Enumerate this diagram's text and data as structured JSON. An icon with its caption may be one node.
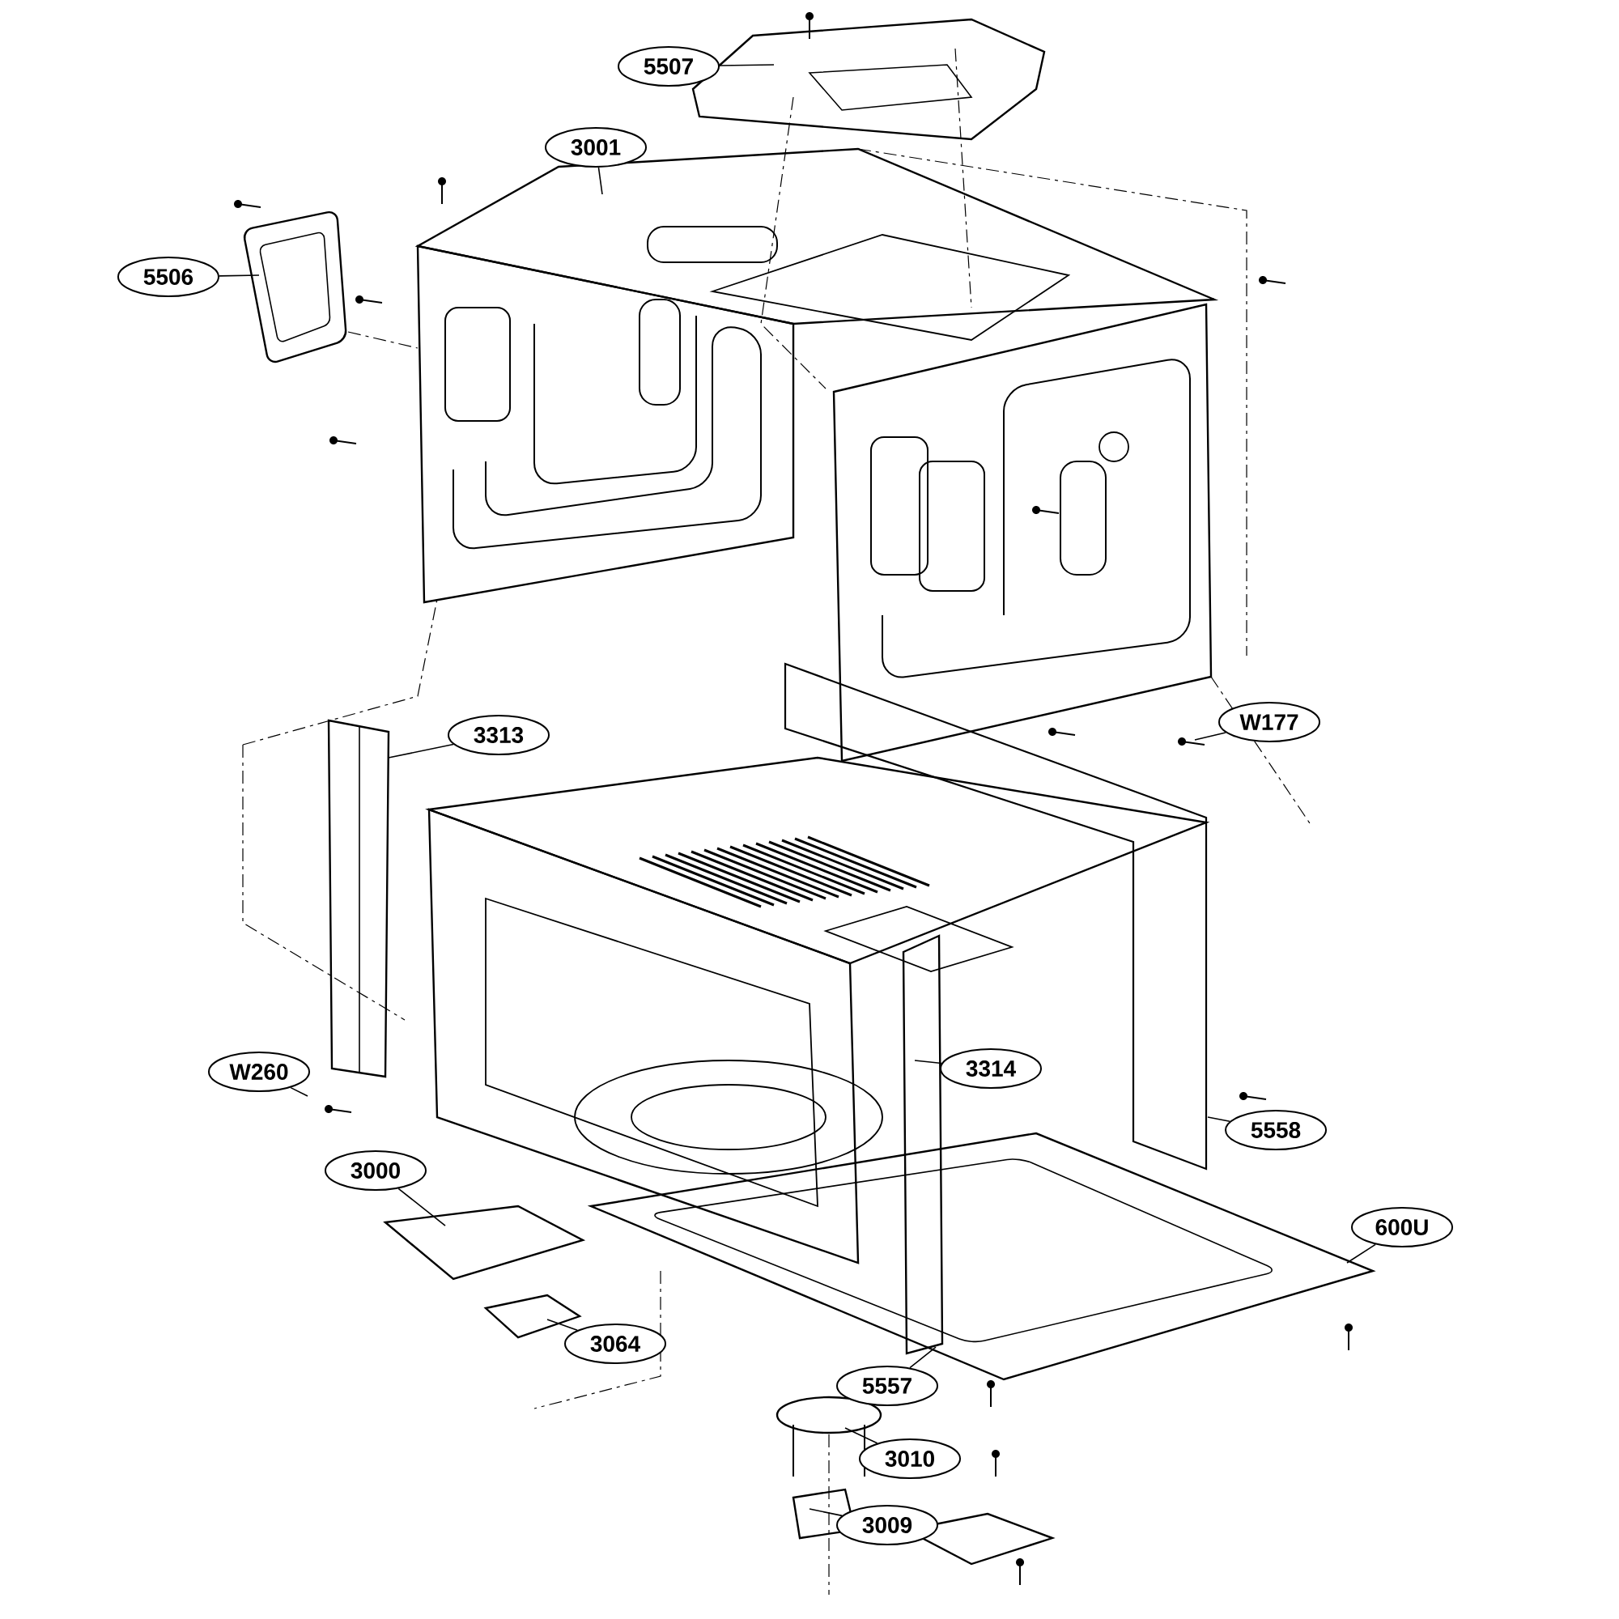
{
  "diagram": {
    "nodes": [
      {
        "text": [
          "5507"
        ]
      },
      {
        "text": [
          "3001"
        ]
      },
      {
        "text": [
          "5506"
        ]
      },
      {
        "text": [
          "W177"
        ]
      },
      {
        "text": [
          "3313"
        ]
      },
      {
        "text": [
          "W260"
        ]
      },
      {
        "text": [
          "3314"
        ]
      },
      {
        "text": [
          "5558"
        ]
      },
      {
        "text": [
          "3000"
        ]
      },
      {
        "text": [
          "600U"
        ]
      },
      {
        "text": [
          "3064"
        ]
      },
      {
        "text": [
          "5557"
        ]
      },
      {
        "text": [
          "3010"
        ]
      },
      {
        "text": [
          "3009"
        ]
      }
    ],
    "edges": [
      {
        "from": 0,
        "to": null,
        "arrow": "none"
      },
      {
        "from": 1,
        "to": null,
        "arrow": "none"
      },
      {
        "from": 2,
        "to": null,
        "arrow": "none"
      },
      {
        "from": 3,
        "to": null,
        "arrow": "none"
      },
      {
        "from": 4,
        "to": null,
        "arrow": "none"
      },
      {
        "from": 5,
        "to": null,
        "arrow": "none"
      },
      {
        "from": 6,
        "to": null,
        "arrow": "none"
      },
      {
        "from": 7,
        "to": null,
        "arrow": "none"
      },
      {
        "from": 8,
        "to": null,
        "arrow": "none"
      },
      {
        "from": 9,
        "to": null,
        "arrow": "none"
      },
      {
        "from": 10,
        "to": null,
        "arrow": "none"
      },
      {
        "from": 11,
        "to": null,
        "arrow": "none"
      },
      {
        "from": 12,
        "to": null,
        "arrow": "none"
      },
      {
        "from": 13,
        "to": null,
        "arrow": "none"
      }
    ]
  }
}
